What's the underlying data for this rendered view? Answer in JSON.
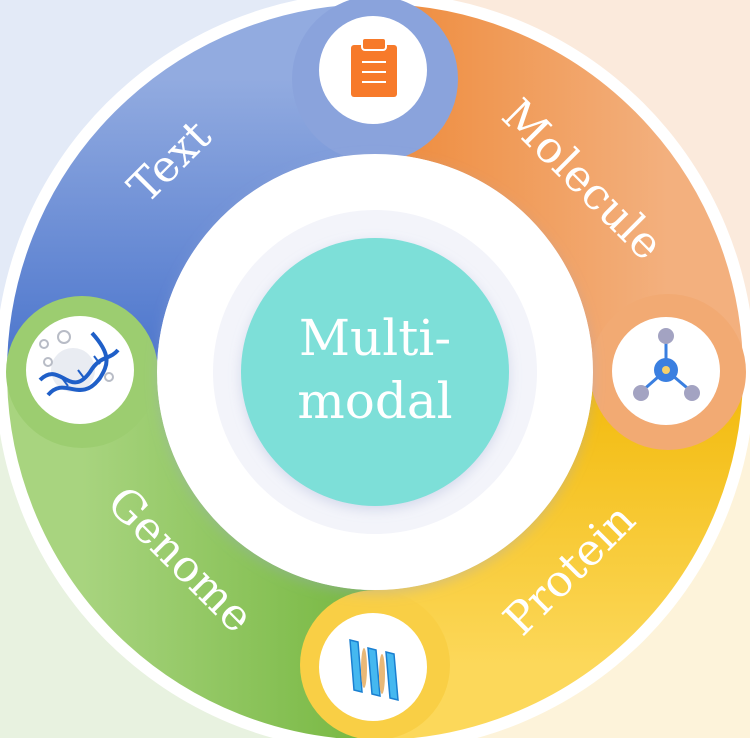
{
  "center": {
    "line1": "Multi-",
    "line2": "modal"
  },
  "segments": [
    {
      "label": "Text",
      "icon": "clipboard-icon",
      "color_from": "#92abe0",
      "color_to": "#4a74cc"
    },
    {
      "label": "Molecule",
      "icon": "molecule-icon",
      "color_from": "#ee8a3a",
      "color_to": "#f3b07e"
    },
    {
      "label": "Protein",
      "icon": "protein-icon",
      "color_from": "#f2b90a",
      "color_to": "#fcd85a"
    },
    {
      "label": "Genome",
      "icon": "dna-icon",
      "color_from": "#a8d47f",
      "color_to": "#76b740"
    }
  ],
  "colors": {
    "center": "#7ddfd8",
    "icon_clipboard": "#f77a2a",
    "icon_molecule": "#3a7fe0"
  }
}
